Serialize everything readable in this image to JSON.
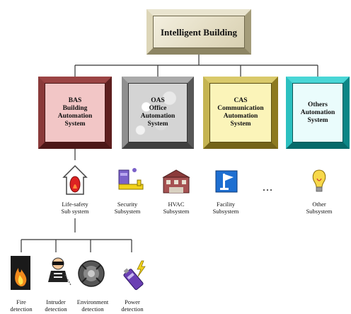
{
  "root": {
    "lines": [
      "Intelligent Building"
    ]
  },
  "systems": [
    {
      "id": "bas",
      "lines": [
        "BAS",
        "Building",
        "Automation",
        "System"
      ],
      "color": "#f2c6c6"
    },
    {
      "id": "oas",
      "lines": [
        "OAS",
        "Office",
        "Automation",
        "System"
      ],
      "color": "#d4d4d4"
    },
    {
      "id": "cas",
      "lines": [
        "CAS",
        "Communication",
        "Automation",
        "System"
      ],
      "color": "#fbf4b9"
    },
    {
      "id": "others",
      "lines": [
        "Others",
        "Automation",
        "System"
      ],
      "color": "#eafcfc"
    }
  ],
  "subsystems": [
    {
      "icon": "house-flame-icon",
      "lines": [
        "Life-safety",
        "Sub system"
      ]
    },
    {
      "icon": "security-key-icon",
      "lines": [
        "Security",
        "Subsystem"
      ]
    },
    {
      "icon": "hvac-building-icon",
      "lines": [
        "HVAC",
        "Subsystem"
      ]
    },
    {
      "icon": "facility-flag-icon",
      "lines": [
        "Facility",
        "Subsystem"
      ]
    },
    {
      "icon": "lightbulb-icon",
      "lines": [
        "Other",
        "Subsystem"
      ]
    }
  ],
  "ellipsis": "...",
  "detections": [
    {
      "icon": "fire-icon",
      "lines": [
        "Fire",
        "detection"
      ]
    },
    {
      "icon": "intruder-icon",
      "lines": [
        "Intruder",
        "detection"
      ]
    },
    {
      "icon": "environment-icon",
      "lines": [
        "Environment",
        "detection"
      ]
    },
    {
      "icon": "power-icon",
      "lines": [
        "Power",
        "detection"
      ]
    }
  ]
}
